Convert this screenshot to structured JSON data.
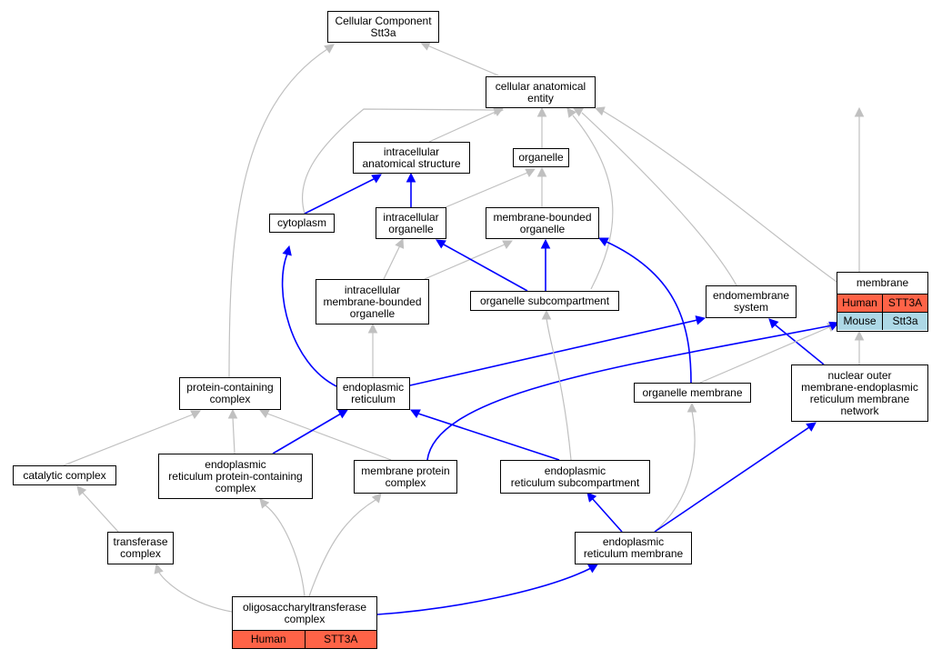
{
  "colors": {
    "is_a_edge": "#c0c0c0",
    "part_of_edge": "#0000ff",
    "human_cell": "#ff6347",
    "mouse_cell": "#add8e6"
  },
  "nodes": {
    "cellular_component": "Cellular Component\nStt3a",
    "cellular_anatomical_entity": "cellular anatomical\nentity",
    "intracellular_anatomical_structure": "intracellular\nanatomical structure",
    "organelle": "organelle",
    "cytoplasm": "cytoplasm",
    "intracellular_organelle": "intracellular\norganelle",
    "membrane_bounded_organelle": "membrane-bounded\norganelle",
    "intracellular_membrane_bounded_organelle": "intracellular\nmembrane-bounded\norganelle",
    "organelle_subcompartment": "organelle subcompartment",
    "endomembrane_system": "endomembrane\nsystem",
    "membrane": {
      "label": "membrane",
      "rows": [
        {
          "species": "Human",
          "gene": "STT3A"
        },
        {
          "species": "Mouse",
          "gene": "Stt3a"
        }
      ]
    },
    "protein_containing_complex": "protein-containing\ncomplex",
    "endoplasmic_reticulum": "endoplasmic\nreticulum",
    "organelle_membrane": "organelle membrane",
    "nuclear_outer_membrane": "nuclear outer\nmembrane-endoplasmic\nreticulum membrane\nnetwork",
    "catalytic_complex": "catalytic complex",
    "er_protein_containing_complex": "endoplasmic\nreticulum protein-containing\ncomplex",
    "membrane_protein_complex": "membrane protein\ncomplex",
    "er_subcompartment": "endoplasmic\nreticulum subcompartment",
    "transferase_complex": "transferase\ncomplex",
    "er_membrane": "endoplasmic\nreticulum membrane",
    "ost_complex": {
      "label": "oligosaccharyltransferase\ncomplex",
      "rows": [
        {
          "species": "Human",
          "gene": "STT3A"
        }
      ]
    }
  }
}
